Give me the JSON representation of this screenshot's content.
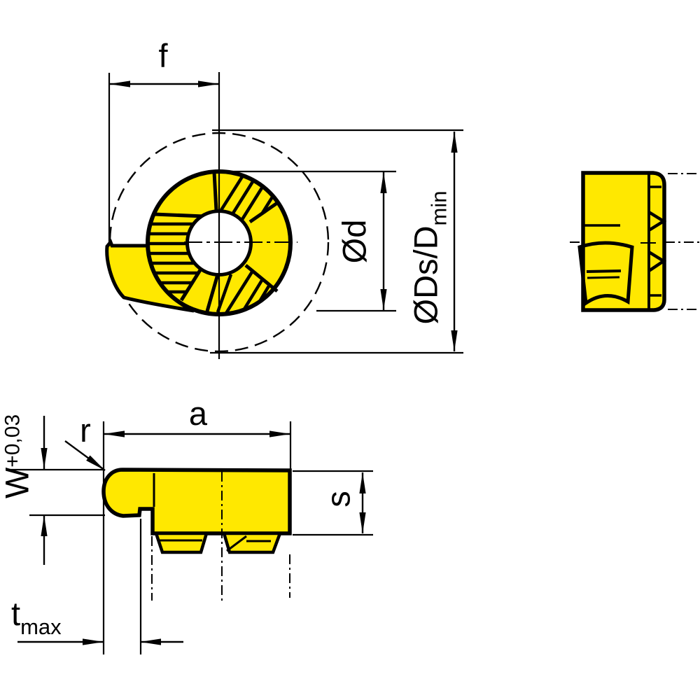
{
  "drawing": {
    "kind": "technical-dimension-drawing",
    "part_color": "#ffe800",
    "line_color": "#000000",
    "background_color": "#ffffff",
    "dimensions": {
      "f": "f",
      "d": "Ød",
      "ds_main": "ØDs/D",
      "ds_sub": "min",
      "a": "a",
      "r": "r",
      "s": "s",
      "w_main": "W",
      "w_sup": "+0,03",
      "t_main": "t",
      "t_sub": "max"
    }
  }
}
